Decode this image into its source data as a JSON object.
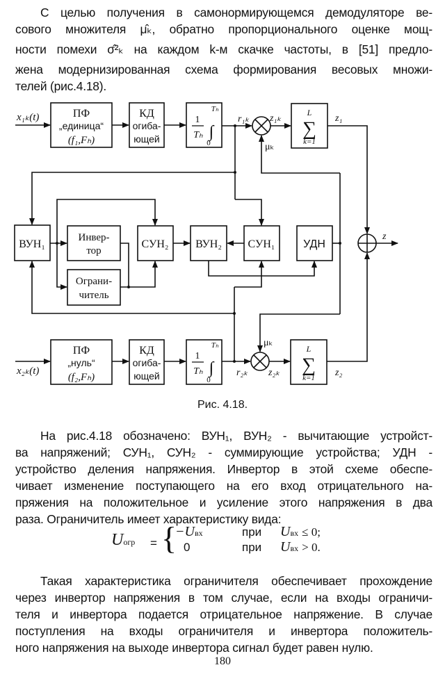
{
  "intro": {
    "lines": [
      "С целью получения в самонормирующемся демодуляторе ве-",
      "сового множителя μ̂ₖ, обратно пропорционального оценке мощ-",
      "ности  помехи σ̂²ₖ на каждом k-м скачке частоты, в [51] предло-",
      "жена модернизированная схема формирования весовых множи-",
      "телей (рис.4.18)."
    ]
  },
  "figure": {
    "caption": "Рис. 4.18.",
    "inputs": {
      "x1": "x₁ₖ(t)",
      "x2": "x₂ₖ(t)"
    },
    "blocks": {
      "bpf1": {
        "line1": "ПФ",
        "line2": "„единица“",
        "line3": "(f₁,Fₕ)"
      },
      "bpf2": {
        "line1": "ПФ",
        "line2": "„нуль“",
        "line3": "(f₂,Fₕ)"
      },
      "env1": {
        "line1": "КД",
        "line2": "огиба-",
        "line3": "ющей"
      },
      "env2": {
        "line1": "КД",
        "line2": "огиба-",
        "line3": "ющей"
      },
      "int1": {
        "num": "1",
        "den": "Tₕ",
        "upper": "Tₕ",
        "lower": "0"
      },
      "int2": {
        "num": "1",
        "den": "Tₕ",
        "upper": "Tₕ",
        "lower": "0"
      },
      "sum1": {
        "upper": "L",
        "lower": "k=1"
      },
      "sum2": {
        "upper": "L",
        "lower": "k=1"
      },
      "vun1": "ВУН₁",
      "vun2": "ВУН₂",
      "sun1": "СУН₁",
      "sun2": "СУН₂",
      "udn": "УДН",
      "inverter": {
        "line1": "Инвер-",
        "line2": "тор"
      },
      "limiter": {
        "line1": "Ограни-",
        "line2": "читель"
      }
    },
    "signals": {
      "r1k": "r₁ₖ",
      "z1k": "z₁ₖ",
      "z1": "z₁",
      "r2k": "r₂ₖ",
      "z2k": "z₂ₖ",
      "z2": "z₂",
      "mu_top": "μₖ",
      "mu_bottom": "μₖ",
      "z": "z"
    }
  },
  "body1": {
    "lines": [
      "На рис.4.18 обозначено: ВУН₁, ВУН₂ - вычитающие устройст-",
      "ва напряжений; СУН₁, СУН₂ - суммирующие устройства; УДН -",
      "устройство деления напряжения. Инвертор в этой схеме обеспе-",
      "чивает изменение поступающего на его вход отрицательного на-",
      "пряжения на положительное и усиление этого напряжения в два",
      "раза. Ограничитель имеет характеристику вида:"
    ]
  },
  "formula": {
    "lhs": "U",
    "lhs_sub": "огр",
    "eq": "=",
    "case1_value": "−U",
    "case1_value_sub": "вх",
    "case1_word": "при",
    "case1_cond": "U",
    "case1_cond_sub": "вх",
    "case1_rel": "≤ 0;",
    "case2_value": "0",
    "case2_word": "при",
    "case2_cond": "U",
    "case2_cond_sub": "вх",
    "case2_rel": "> 0."
  },
  "body2": {
    "lines": [
      "Такая характеристика ограничителя обеспечивает прохождение",
      "через инвертор напряжения в том случае, если на входы ограничи-",
      "теля и инвертора подается отрицательное напряжение. В случае",
      "поступления на входы ограничителя и инвертора положитель-",
      "ного напряжения на выходе инвертора сигнал будет равен нулю."
    ]
  },
  "page_number": "180"
}
